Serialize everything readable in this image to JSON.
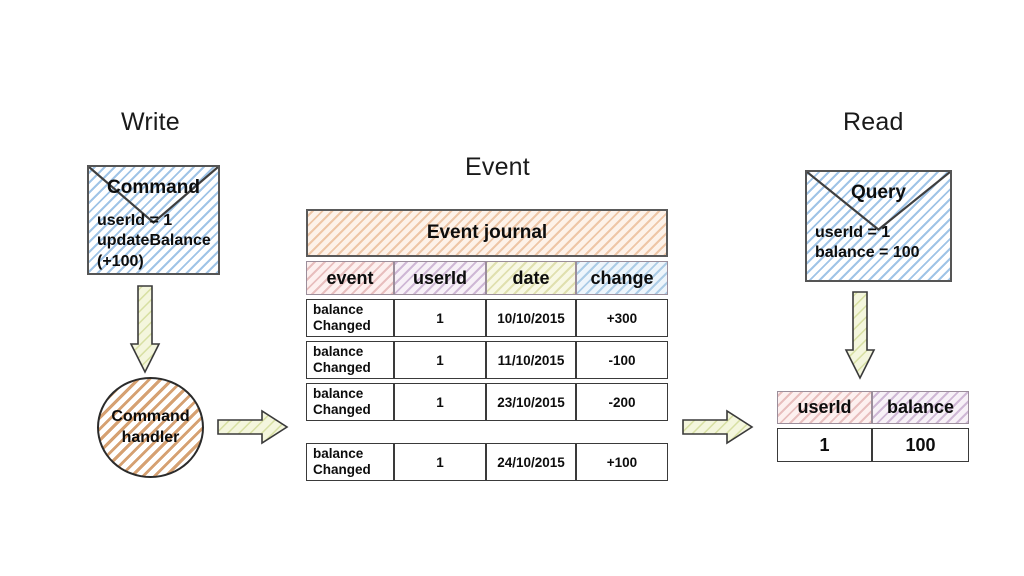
{
  "sections": {
    "write": "Write",
    "event": "Event",
    "read": "Read"
  },
  "command_envelope": {
    "title": "Command",
    "body": "userId = 1\nupdateBalance\n(+100)"
  },
  "query_envelope": {
    "title": "Query",
    "body": "userId = 1\nbalance = 100"
  },
  "command_handler": {
    "label": "Command\nhandler"
  },
  "event_journal": {
    "banner": "Event journal",
    "columns": [
      "event",
      "userId",
      "date",
      "change"
    ],
    "rows": [
      {
        "event": "balance\nChanged",
        "userId": "1",
        "date": "10/10/2015",
        "change": "+300",
        "gap_before": false
      },
      {
        "event": "balance\nChanged",
        "userId": "1",
        "date": "11/10/2015",
        "change": "-100",
        "gap_before": false
      },
      {
        "event": "balance\nChanged",
        "userId": "1",
        "date": "23/10/2015",
        "change": "-200",
        "gap_before": false
      },
      {
        "event": "balance\nChanged",
        "userId": "1",
        "date": "24/10/2015",
        "change": "+100",
        "gap_before": true
      }
    ]
  },
  "read_model": {
    "columns": [
      "userId",
      "balance"
    ],
    "rows": [
      {
        "userId": "1",
        "balance": "100"
      }
    ]
  },
  "arrows": [
    {
      "name": "arrow-command-to-handler",
      "direction": "down"
    },
    {
      "name": "arrow-handler-to-journal",
      "direction": "right"
    },
    {
      "name": "arrow-journal-to-readmodel",
      "direction": "right"
    },
    {
      "name": "arrow-query-to-readmodel",
      "direction": "down"
    }
  ],
  "colors": {
    "envelope_fill": "#a8c8e8",
    "journal_banner": "#e2a270",
    "header_event": "#d69696",
    "header_userid": "#ae8aba",
    "header_date": "#c4c46e",
    "header_change": "#80b0d8",
    "handler_fill": "#d49c6a",
    "arrow_fill": "#eaeec4",
    "outline": "#3a3a3a"
  }
}
